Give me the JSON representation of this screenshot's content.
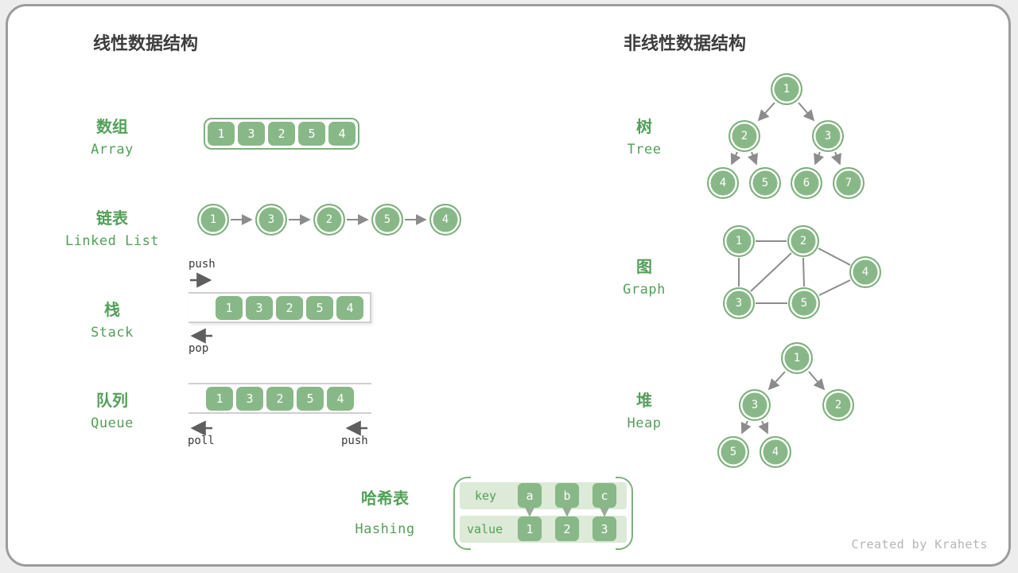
{
  "header": {
    "linear_title": "线性数据结构",
    "nonlinear_title": "非线性数据结构"
  },
  "footer": {
    "credit": "Created by Krahets"
  },
  "array": {
    "label_zh": "数组",
    "label_en": "Array",
    "cells": [
      "1",
      "3",
      "2",
      "5",
      "4"
    ]
  },
  "linked_list": {
    "label_zh": "链表",
    "label_en": "Linked List",
    "nodes": [
      "1",
      "3",
      "2",
      "5",
      "4"
    ]
  },
  "stack": {
    "label_zh": "栈",
    "label_en": "Stack",
    "cells": [
      "1",
      "3",
      "2",
      "5",
      "4"
    ],
    "push_label": "push",
    "pop_label": "pop"
  },
  "queue": {
    "label_zh": "队列",
    "label_en": "Queue",
    "cells": [
      "1",
      "3",
      "2",
      "5",
      "4"
    ],
    "poll_label": "poll",
    "push_label": "push"
  },
  "hashing": {
    "label_zh": "哈希表",
    "label_en": "Hashing",
    "key_label": "key",
    "value_label": "value",
    "keys": [
      "a",
      "b",
      "c"
    ],
    "values": [
      "1",
      "2",
      "3"
    ]
  },
  "tree": {
    "label_zh": "树",
    "label_en": "Tree",
    "nodes": [
      "1",
      "2",
      "3",
      "4",
      "5",
      "6",
      "7"
    ]
  },
  "graph": {
    "label_zh": "图",
    "label_en": "Graph",
    "nodes": [
      "1",
      "2",
      "3",
      "5",
      "4"
    ]
  },
  "heap": {
    "label_zh": "堆",
    "label_en": "Heap",
    "nodes": [
      "1",
      "3",
      "2",
      "5",
      "4"
    ]
  },
  "colors": {
    "node_green": "#88b887",
    "label_green": "#53a058",
    "row_light_green": "#dcead7",
    "edge_gray": "#8c8c8c"
  }
}
